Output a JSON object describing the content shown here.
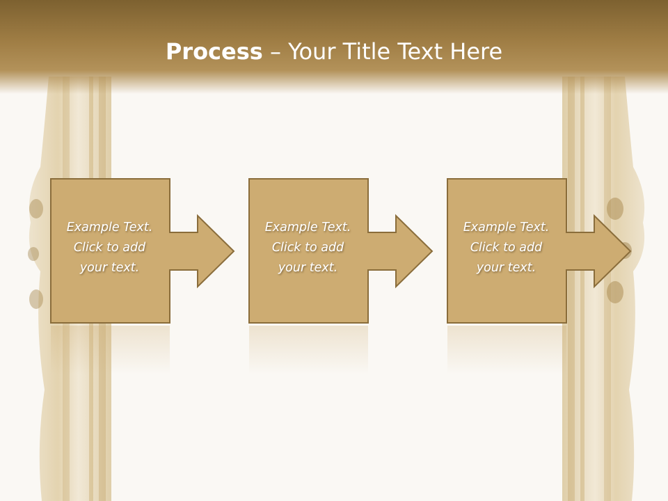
{
  "title": {
    "bold": "Process",
    "separator": " – ",
    "rest": "Your Title Text Here"
  },
  "steps": [
    {
      "lines": [
        "Example Text.",
        "Click  to add",
        "your text."
      ]
    },
    {
      "lines": [
        "Example Text.",
        "Click  to add",
        "your text."
      ]
    },
    {
      "lines": [
        "Example Text.",
        "Click  to add",
        "your text."
      ]
    }
  ],
  "colors": {
    "box_fill": "#cdac72",
    "box_border": "#8a6d3b",
    "title_bar": "#8f6f3a",
    "background": "#faf8f4",
    "frame_gold": "#d9c08c"
  }
}
